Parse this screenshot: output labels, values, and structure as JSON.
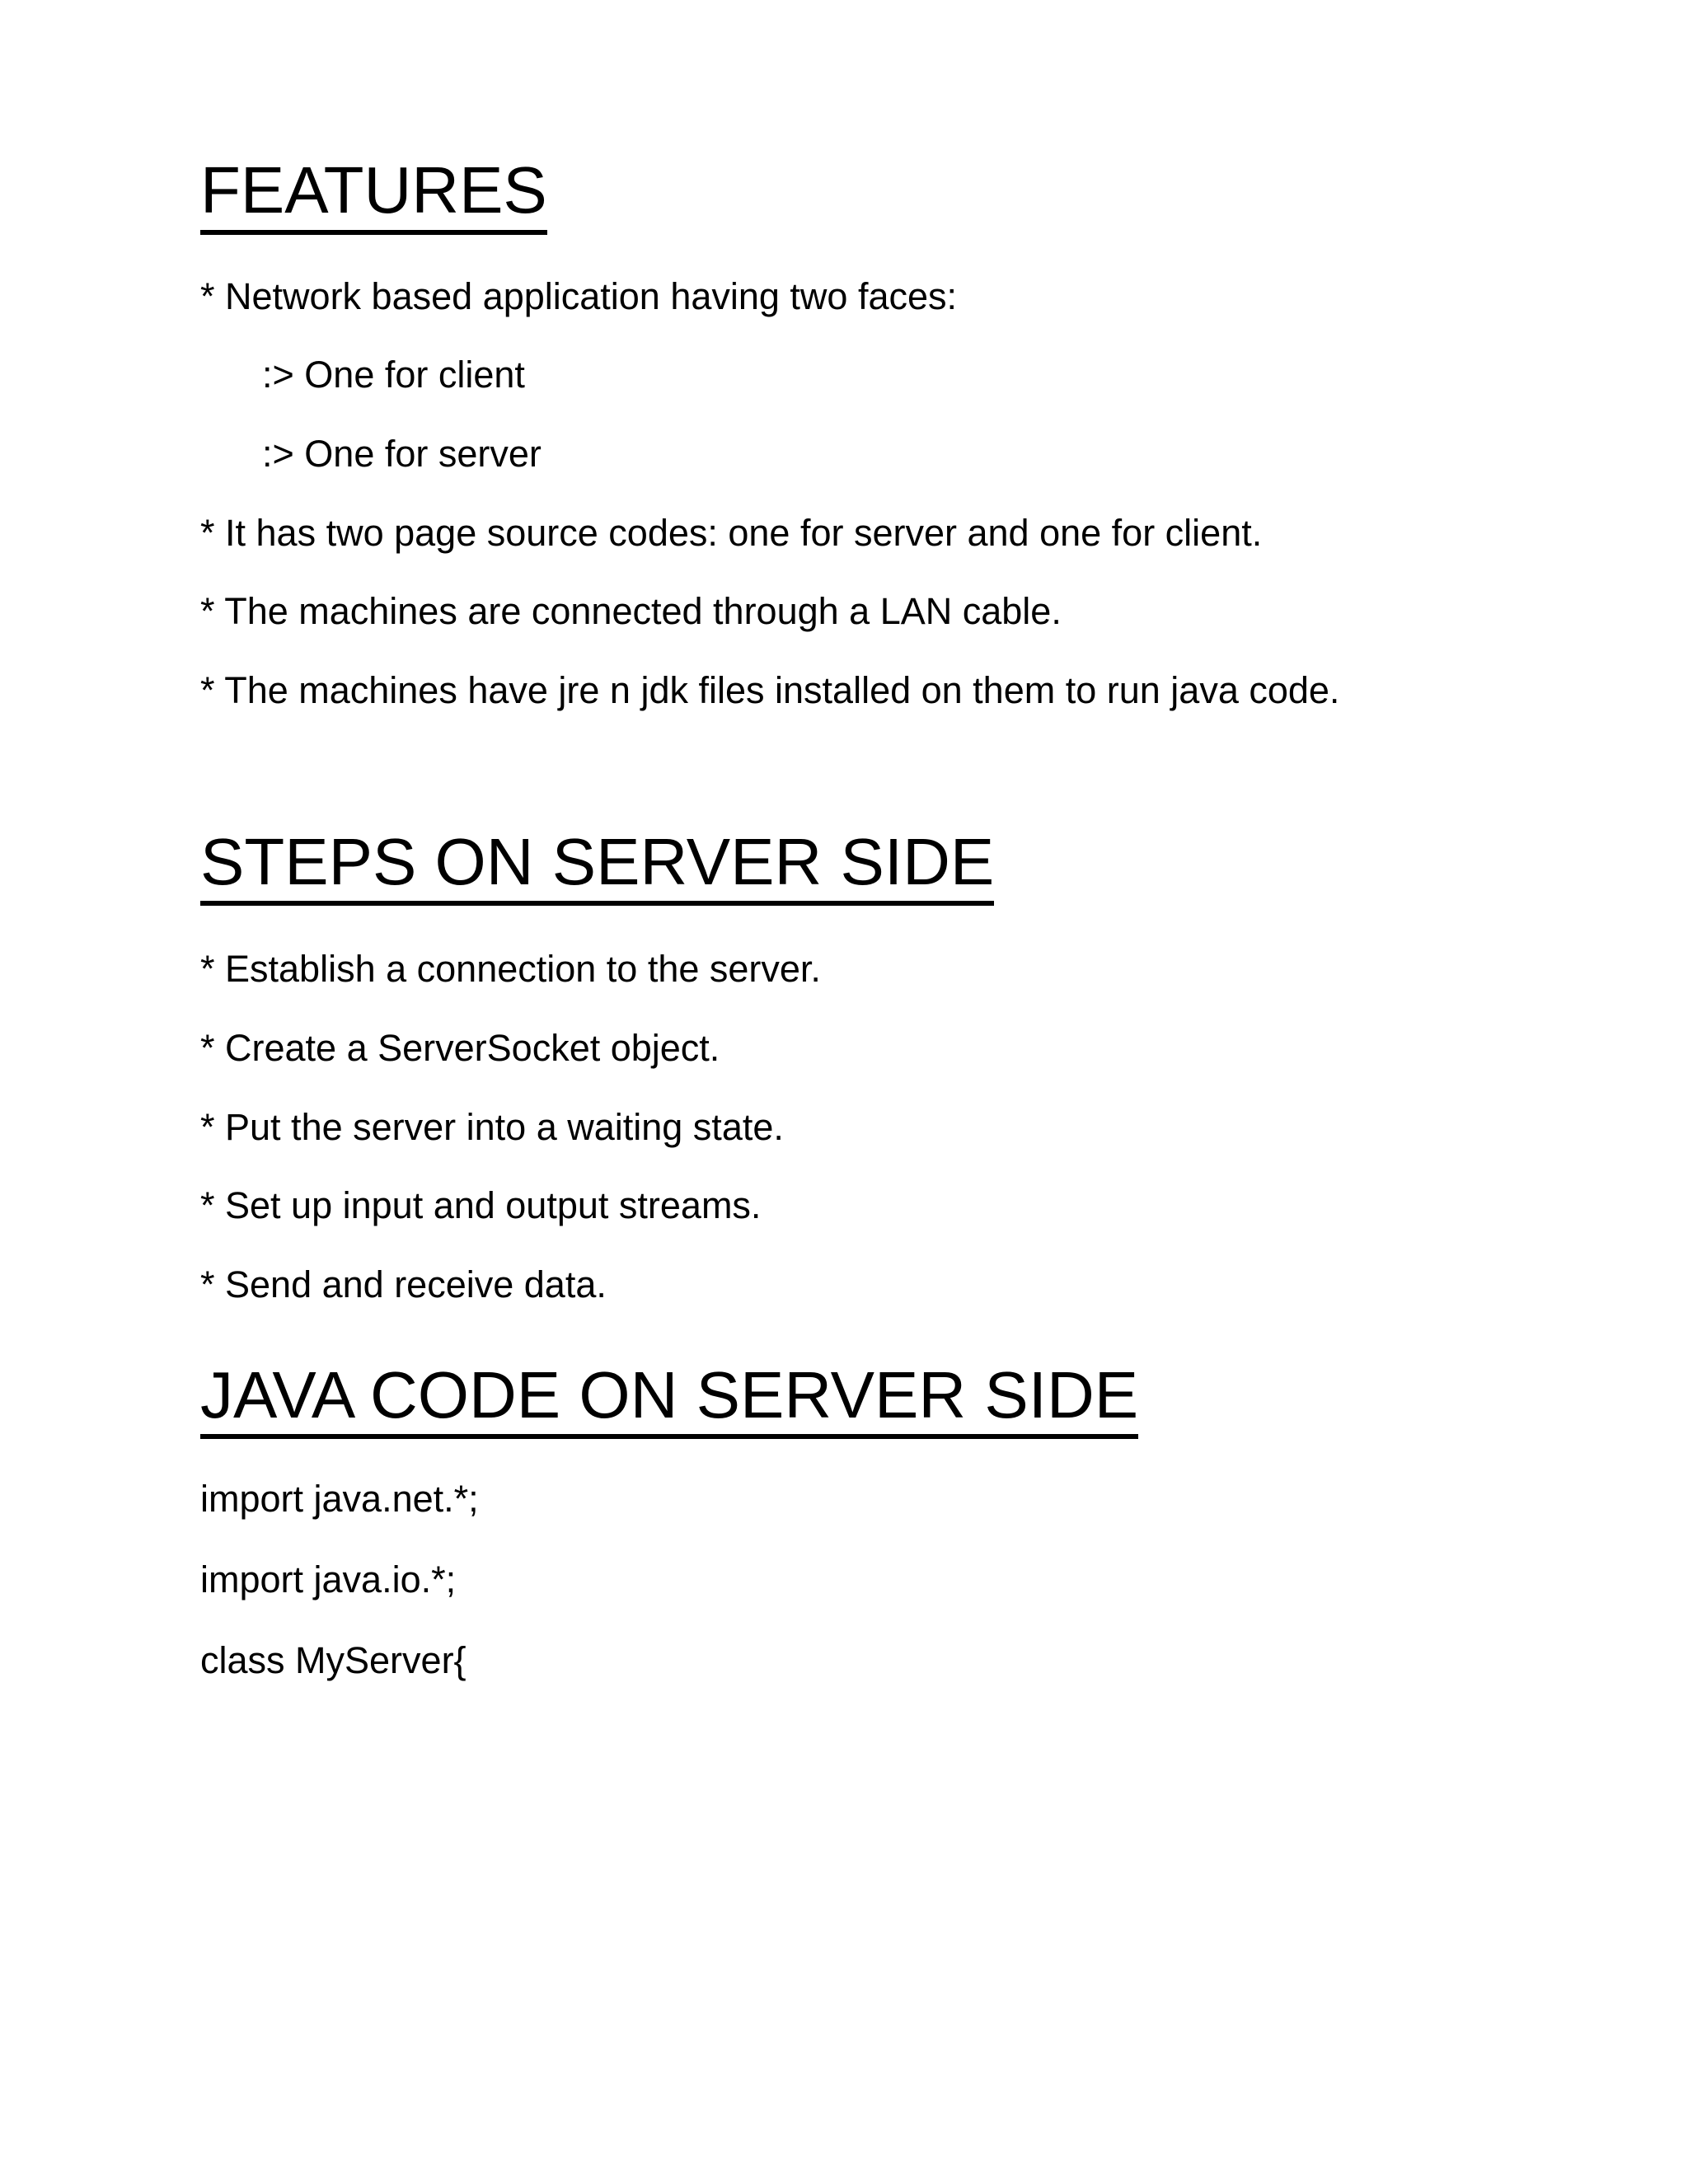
{
  "document": {
    "background_color": "#ffffff",
    "text_color": "#000000",
    "sections": [
      {
        "id": "features",
        "heading": "FEATURES",
        "paragraphs": [
          {
            "text": "* Network based application having two faces:",
            "indent": false
          },
          {
            "text": ":> One for client",
            "indent": true
          },
          {
            "text": ":> One for server",
            "indent": true
          },
          {
            "text": "* It has two page source codes: one for server and one for client.",
            "indent": false
          },
          {
            "text": "* The machines are connected through a LAN cable.",
            "indent": false
          },
          {
            "text": "* The machines have jre n jdk files installed on them to run java code.",
            "indent": false
          }
        ]
      },
      {
        "id": "steps-on-server-side",
        "heading": "STEPS ON SERVER SIDE",
        "paragraphs": [
          {
            "text": "* Establish a connection to the server.",
            "indent": false
          },
          {
            "text": "* Create a ServerSocket object.",
            "indent": false
          },
          {
            "text": "* Put the server into a waiting state.",
            "indent": false
          },
          {
            "text": "* Set up input and output streams.",
            "indent": false
          },
          {
            "text": "* Send and receive data.",
            "indent": false
          }
        ]
      },
      {
        "id": "java-code-on-server-side",
        "heading": "JAVA CODE ON SERVER SIDE",
        "paragraphs": [
          {
            "text": "import java.net.*;",
            "indent": false
          },
          {
            "text": "import java.io.*;",
            "indent": false
          },
          {
            "text": "class MyServer{",
            "indent": false
          }
        ]
      }
    ]
  }
}
